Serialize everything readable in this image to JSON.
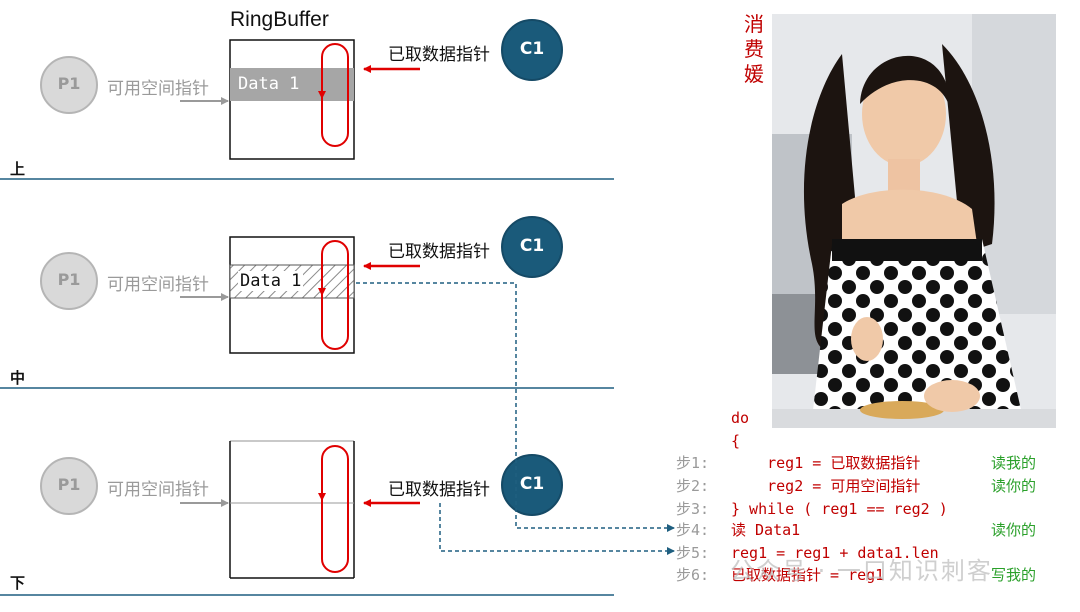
{
  "title": "RingBuffer",
  "sections": [
    {
      "tag": "上",
      "producer": "P1",
      "consumer": "C1",
      "free_label": "可用空间指针",
      "read_label": "已取数据指针",
      "cell_text": "Data 1"
    },
    {
      "tag": "中",
      "producer": "P1",
      "consumer": "C1",
      "free_label": "可用空间指针",
      "read_label": "已取数据指针",
      "cell_text": "Data 1"
    },
    {
      "tag": "下",
      "producer": "P1",
      "consumer": "C1",
      "free_label": "可用空间指针",
      "read_label": "已取数据指针",
      "cell_text": ""
    }
  ],
  "vertical_title": "消费媛",
  "code": {
    "do": "do",
    "open": "{",
    "rows": [
      {
        "step": "步1:",
        "code": "    reg1 = 已取数据指针",
        "note": "读我的"
      },
      {
        "step": "步2:",
        "code": "    reg2 = 可用空间指针",
        "note": "读你的"
      },
      {
        "step": "步3:",
        "code": "} while ( reg1 == reg2 )",
        "note": ""
      },
      {
        "step": "步4:",
        "code": "读 Data1",
        "note": "读你的"
      },
      {
        "step": "步5:",
        "code": "reg1 = reg1 + data1.len",
        "note": ""
      },
      {
        "step": "步6:",
        "code": "已取数据指针 = reg1",
        "note": "写我的"
      }
    ]
  },
  "watermark": "公众号 · 一口知识刺客",
  "colors": {
    "red": "#e00000",
    "code_red": "#c00000",
    "green": "#2aa02a",
    "teal": "#1f5f80",
    "grey": "#9a9a9a",
    "divider": "#1f5f80",
    "consumer_fill": "#1a5a7a",
    "producer_fill": "#d9d9d9"
  }
}
